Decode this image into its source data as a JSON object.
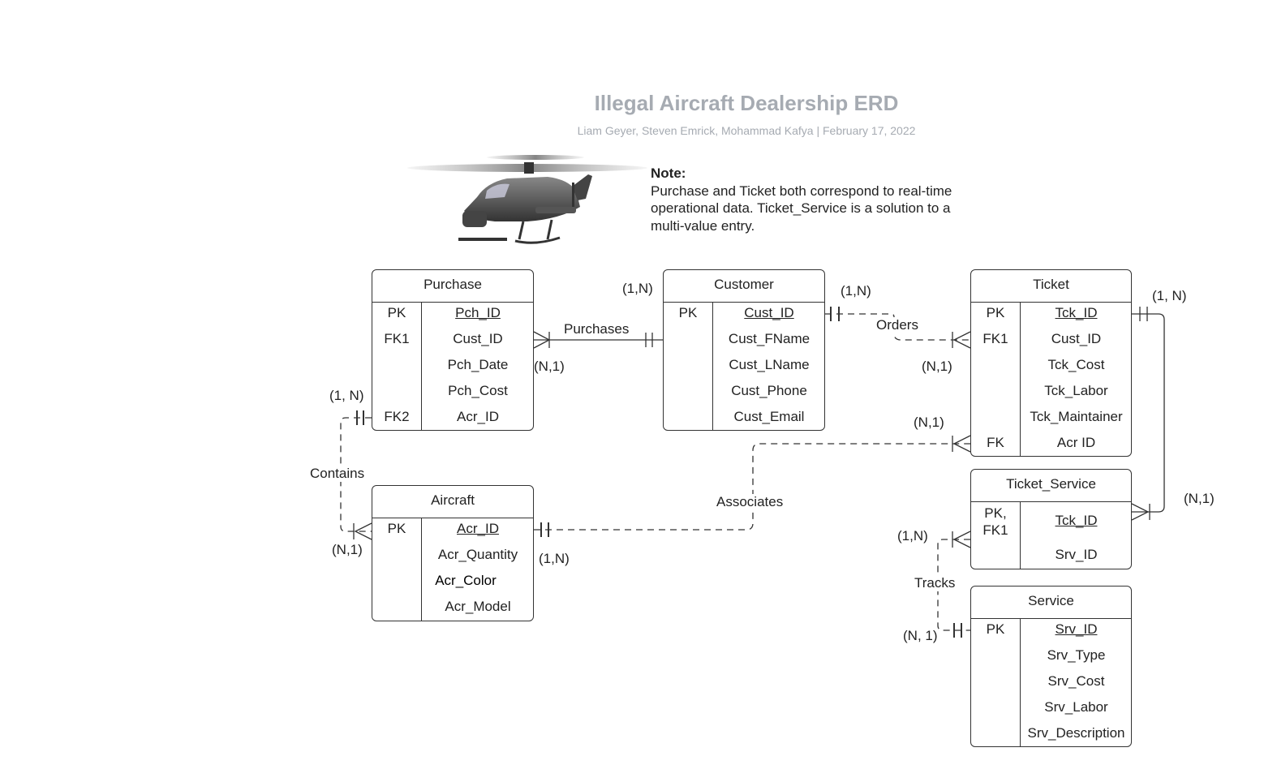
{
  "title": "Illegal Aircraft Dealership ERD",
  "subtitle": "Liam Geyer, Steven Emrick, Mohammad Kafya  |  February 17, 2022",
  "note": {
    "heading": "Note:",
    "line1": "Purchase and Ticket both correspond to real-time",
    "line2": "operational data. Ticket_Service is a solution to a",
    "line3": "multi-value entry."
  },
  "entities": {
    "purchase": {
      "name": "Purchase",
      "rows": [
        {
          "key": "PK",
          "attr": "Pch_ID"
        },
        {
          "key": "FK1",
          "attr": "Cust_ID"
        },
        {
          "key": "",
          "attr": "Pch_Date"
        },
        {
          "key": "",
          "attr": "Pch_Cost"
        },
        {
          "key": "FK2",
          "attr": "Acr_ID"
        }
      ]
    },
    "customer": {
      "name": "Customer",
      "rows": [
        {
          "key": "PK",
          "attr": "Cust_ID"
        },
        {
          "key": "",
          "attr": "Cust_FName"
        },
        {
          "key": "",
          "attr": "Cust_LName"
        },
        {
          "key": "",
          "attr": "Cust_Phone"
        },
        {
          "key": "",
          "attr": "Cust_Email"
        }
      ]
    },
    "ticket": {
      "name": "Ticket",
      "rows": [
        {
          "key": "PK",
          "attr": "Tck_ID"
        },
        {
          "key": "FK1",
          "attr": "Cust_ID"
        },
        {
          "key": "",
          "attr": "Tck_Cost"
        },
        {
          "key": "",
          "attr": "Tck_Labor"
        },
        {
          "key": "",
          "attr": "Tck_Maintainer"
        },
        {
          "key": "FK",
          "attr": "Acr ID"
        }
      ]
    },
    "aircraft": {
      "name": "Aircraft",
      "rows": [
        {
          "key": "PK",
          "attr": "Acr_ID"
        },
        {
          "key": "",
          "attr": "Acr_Quantity"
        },
        {
          "key": "",
          "attr": "Acr_Color"
        },
        {
          "key": "",
          "attr": "Acr_Model"
        }
      ]
    },
    "ticket_service": {
      "name": "Ticket_Service",
      "key_line1": "PK,",
      "key_line2": "FK1",
      "rows": [
        {
          "key": "",
          "attr": "Tck_ID"
        },
        {
          "key": "",
          "attr": "Srv_ID"
        }
      ]
    },
    "service": {
      "name": "Service",
      "rows": [
        {
          "key": "PK",
          "attr": "Srv_ID"
        },
        {
          "key": "",
          "attr": "Srv_Type"
        },
        {
          "key": "",
          "attr": "Srv_Cost"
        },
        {
          "key": "",
          "attr": "Srv_Labor"
        },
        {
          "key": "",
          "attr": "Srv_Description"
        }
      ]
    }
  },
  "relationships": {
    "purchases": "Purchases",
    "orders": "Orders",
    "contains": "Contains",
    "associates": "Associates",
    "tracks": "Tracks"
  },
  "cardinalities": {
    "customer_purchases": "(1,N)",
    "purchase_customer": "(N,1)",
    "customer_orders": "(1,N)",
    "ticket_orders": "(N,1)",
    "ticket_associates": "(N,1)",
    "purchase_contains": "(1, N)",
    "aircraft_contains": "(N,1)",
    "aircraft_associates": "(1,N)",
    "ticket_ts": "(1, N)",
    "ts_ticket": "(N,1)",
    "ts_tracks": "(1,N)",
    "service_tracks": "(N, 1)"
  },
  "image": {
    "icon": "helicopter-icon"
  }
}
